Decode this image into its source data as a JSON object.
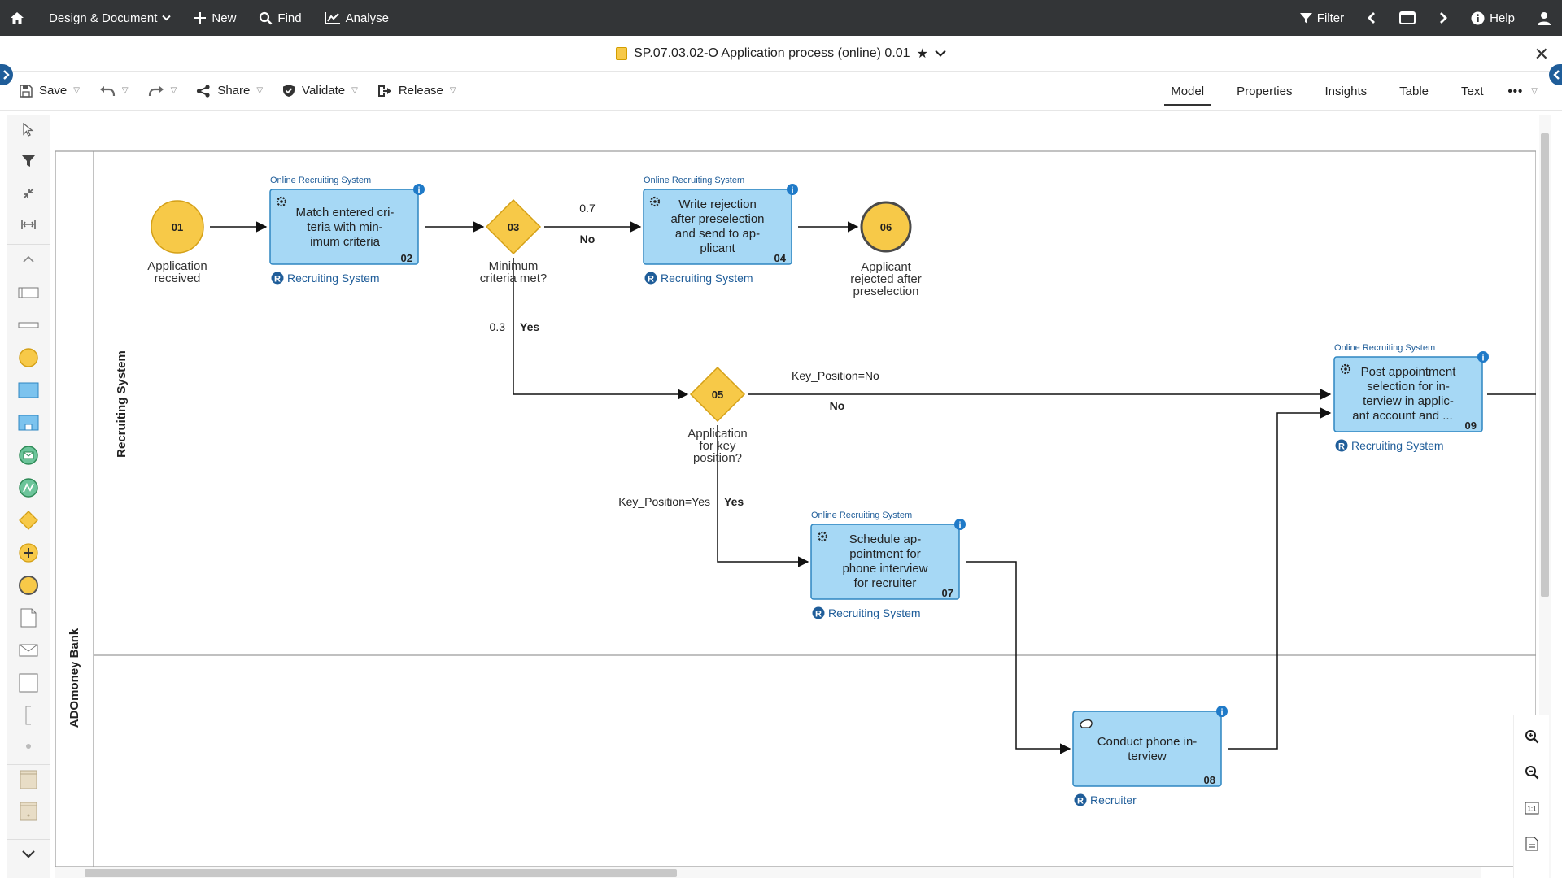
{
  "topbar": {
    "menu": "Design & Document",
    "new": "New",
    "find": "Find",
    "analyse": "Analyse",
    "filter": "Filter",
    "help": "Help"
  },
  "title": {
    "text": "SP.07.03.02-O Application process (online) 0.01",
    "star": "★"
  },
  "toolbar": {
    "save": "Save",
    "share": "Share",
    "validate": "Validate",
    "release": "Release"
  },
  "views": [
    "Model",
    "Properties",
    "Insights",
    "Table",
    "Text"
  ],
  "active_view": "Model",
  "lanes": {
    "pool": "ADOmoney Bank",
    "lane1": "Recruiting System"
  },
  "events": [
    {
      "id": "01",
      "label": [
        "Application",
        "received"
      ]
    },
    {
      "id": "06",
      "label": [
        "Applicant",
        "rejected after",
        "preselection"
      ]
    }
  ],
  "gateways": [
    {
      "id": "03",
      "label": [
        "Minimum",
        "criteria met?"
      ]
    },
    {
      "id": "05",
      "label": [
        "Application",
        "for key",
        "position?"
      ]
    }
  ],
  "tasks": [
    {
      "id": "02",
      "system": "Online Recruiting System",
      "text": [
        "Match entered cri-",
        "teria with min-",
        "imum criteria"
      ],
      "role": "Recruiting System"
    },
    {
      "id": "04",
      "system": "Online Recruiting System",
      "text": [
        "Write rejection",
        "after preselection",
        "and send to ap-",
        "plicant"
      ],
      "role": "Recruiting System"
    },
    {
      "id": "07",
      "system": "Online Recruiting System",
      "text": [
        "Schedule ap-",
        "pointment for",
        "phone interview",
        "for recruiter"
      ],
      "role": "Recruiting System"
    },
    {
      "id": "08",
      "system": "",
      "text": [
        "Conduct phone in-",
        "terview"
      ],
      "role": "Recruiter"
    },
    {
      "id": "09",
      "system": "Online Recruiting System",
      "text": [
        "Post appointment",
        "selection for in-",
        "terview in applic-",
        "ant account and ..."
      ],
      "role": "Recruiting System"
    }
  ],
  "flow_labels": {
    "p07": "0.7",
    "no1": "No",
    "p03": "0.3",
    "yes1": "Yes",
    "kp_no": "Key_Position=No",
    "no2": "No",
    "kp_yes": "Key_Position=Yes",
    "yes2": "Yes"
  },
  "colors": {
    "topbar": "#333537",
    "task_fill": "#a6d8f5",
    "task_stroke": "#2e86c1",
    "event_fill": "#f7c948",
    "event_stroke": "#d4a017",
    "badge": "#1f5d99"
  }
}
